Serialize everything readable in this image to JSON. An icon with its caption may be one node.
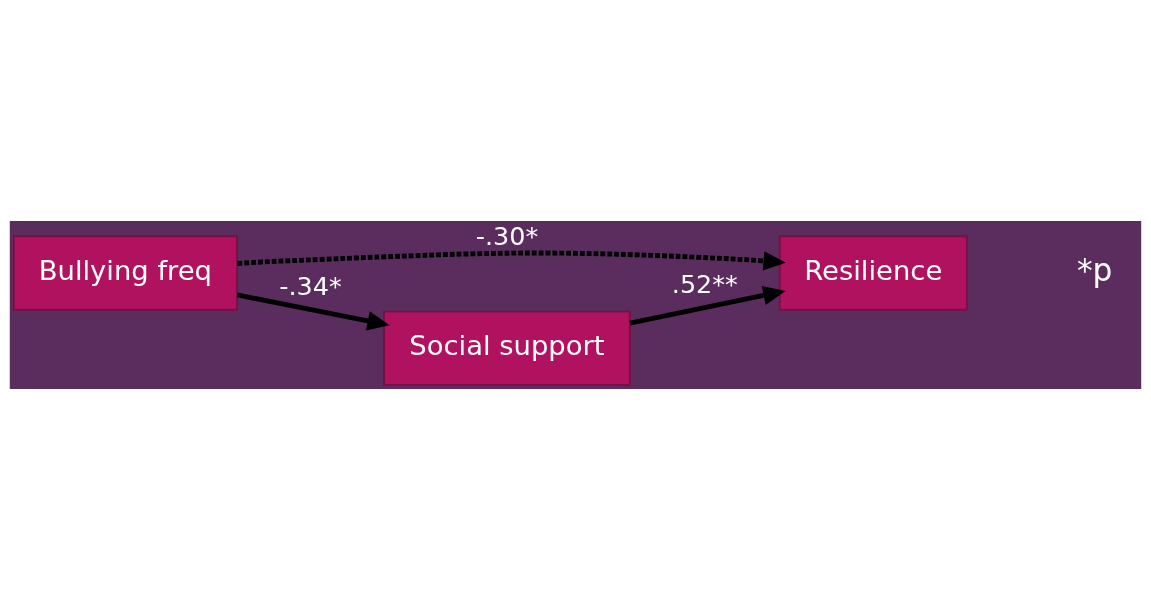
{
  "diagram": {
    "nodes": [
      {
        "text": [
          "Bullying freq"
        ]
      },
      {
        "text": [
          "Resilience"
        ]
      },
      {
        "text": [
          "Social support"
        ]
      }
    ],
    "edges": [
      {
        "from": 0,
        "to": 1,
        "arrow": "to",
        "label": "-.30*",
        "style": "dashed"
      },
      {
        "from": 0,
        "to": 2,
        "arrow": "to",
        "label": "-.34*"
      },
      {
        "from": 2,
        "to": 1,
        "arrow": "to",
        "label": ".52**"
      }
    ],
    "labels": [
      "*p"
    ]
  }
}
